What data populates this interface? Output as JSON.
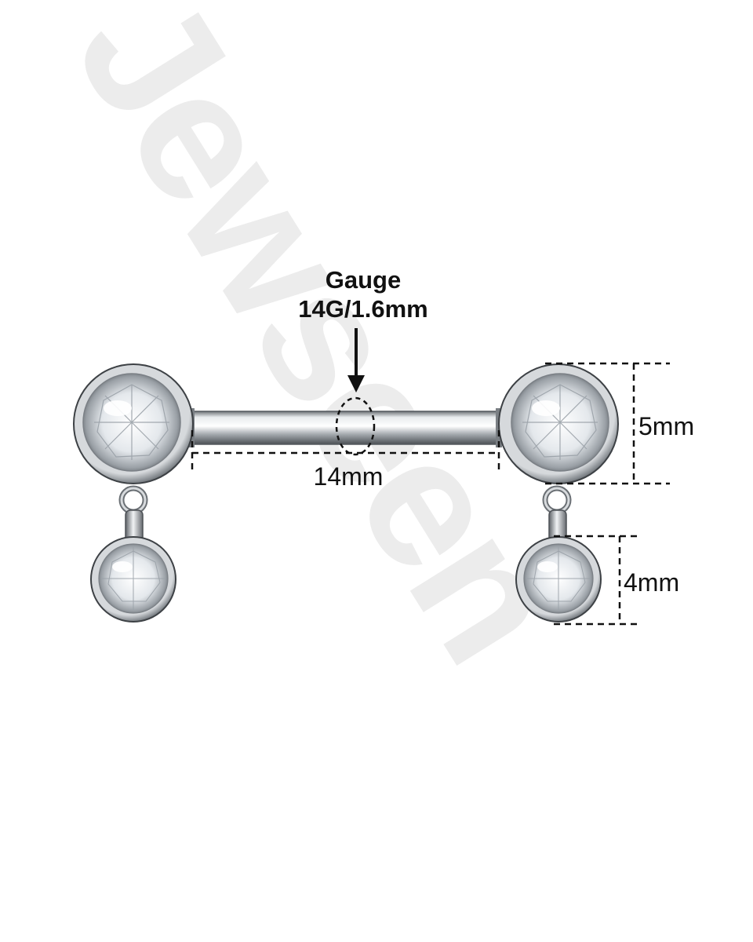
{
  "watermark": {
    "text": "Jewseen"
  },
  "labels": {
    "gauge_title": "Gauge",
    "gauge_value": "14G/1.6mm",
    "length": "14mm",
    "ball_size": "5mm",
    "charm_size": "4mm"
  },
  "colors": {
    "dimension_line": "#111111",
    "metal": "#b8bcc0",
    "gem": "#f4f6f8",
    "watermark": "#eeeeee"
  }
}
